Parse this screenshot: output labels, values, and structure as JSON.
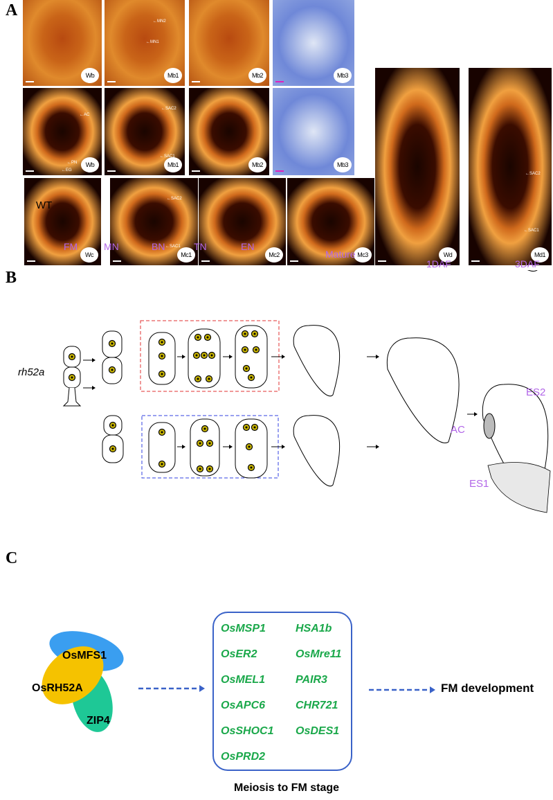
{
  "panels": {
    "a": "A",
    "b": "B",
    "c": "C"
  },
  "panel_a": {
    "images": [
      {
        "tag": "Wb",
        "style": "orange",
        "annotations": []
      },
      {
        "tag": "Mb1",
        "style": "orange",
        "annotations": [
          "MN2",
          "MN1"
        ]
      },
      {
        "tag": "Mb2",
        "style": "orange",
        "annotations": []
      },
      {
        "tag": "Mb3",
        "style": "blue",
        "annotations": []
      },
      {
        "tag": "Wb",
        "style": "dark",
        "annotations": [
          "AC",
          "PN",
          "EG"
        ]
      },
      {
        "tag": "Mb1",
        "style": "dark",
        "annotations": [
          "SAC2",
          "SAC1"
        ]
      },
      {
        "tag": "Mb2",
        "style": "dark",
        "annotations": []
      },
      {
        "tag": "Mb3",
        "style": "blue",
        "annotations": []
      },
      {
        "tag": "Wc",
        "style": "dark",
        "annotations": []
      },
      {
        "tag": "Mc1",
        "style": "dark",
        "annotations": [
          "SAC2",
          "SAC1"
        ]
      },
      {
        "tag": "Mc2",
        "style": "dark",
        "annotations": []
      },
      {
        "tag": "Mc3",
        "style": "dark",
        "annotations": []
      },
      {
        "tag": "Wd",
        "style": "dark",
        "annotations": []
      },
      {
        "tag": "Md1",
        "style": "dark",
        "annotations": [
          "SAC2",
          "SAC1"
        ]
      }
    ]
  },
  "panel_b": {
    "wt_label": "WT",
    "mutant_label": "rh52a",
    "stages": [
      "FM",
      "MN",
      "BN",
      "TN",
      "EN",
      "Mature",
      "1DAF",
      "3DAF"
    ],
    "annotations": {
      "es2": "ES2",
      "ac": "AC",
      "es1": "ES1"
    },
    "colors": {
      "stage_label": "#b266e8",
      "wt_box": "#b266e8",
      "mutant_box1": "#e03030",
      "mutant_box2": "#3040e0",
      "nucleus": "#c8b400"
    }
  },
  "panel_c": {
    "proteins": [
      "OsMFS1",
      "OsRH52A",
      "ZIP4"
    ],
    "genes": [
      [
        "OsMSP1",
        "HSA1b"
      ],
      [
        "OsER2",
        "OsMre11"
      ],
      [
        "OsMEL1",
        "PAIR3"
      ],
      [
        "OsAPC6",
        "CHR721"
      ],
      [
        "OsSHOC1",
        "OsDES1"
      ],
      [
        "OsPRD2",
        ""
      ]
    ],
    "outcome": "FM development",
    "box_caption": "Meiosis to FM stage",
    "colors": {
      "osmfs1": "#3a9ef0",
      "osrh52a": "#f5c200",
      "zip4": "#1ec896",
      "gene_text": "#1aa84a",
      "box": "#3a62c8",
      "arrow": "#3a62c8"
    }
  }
}
